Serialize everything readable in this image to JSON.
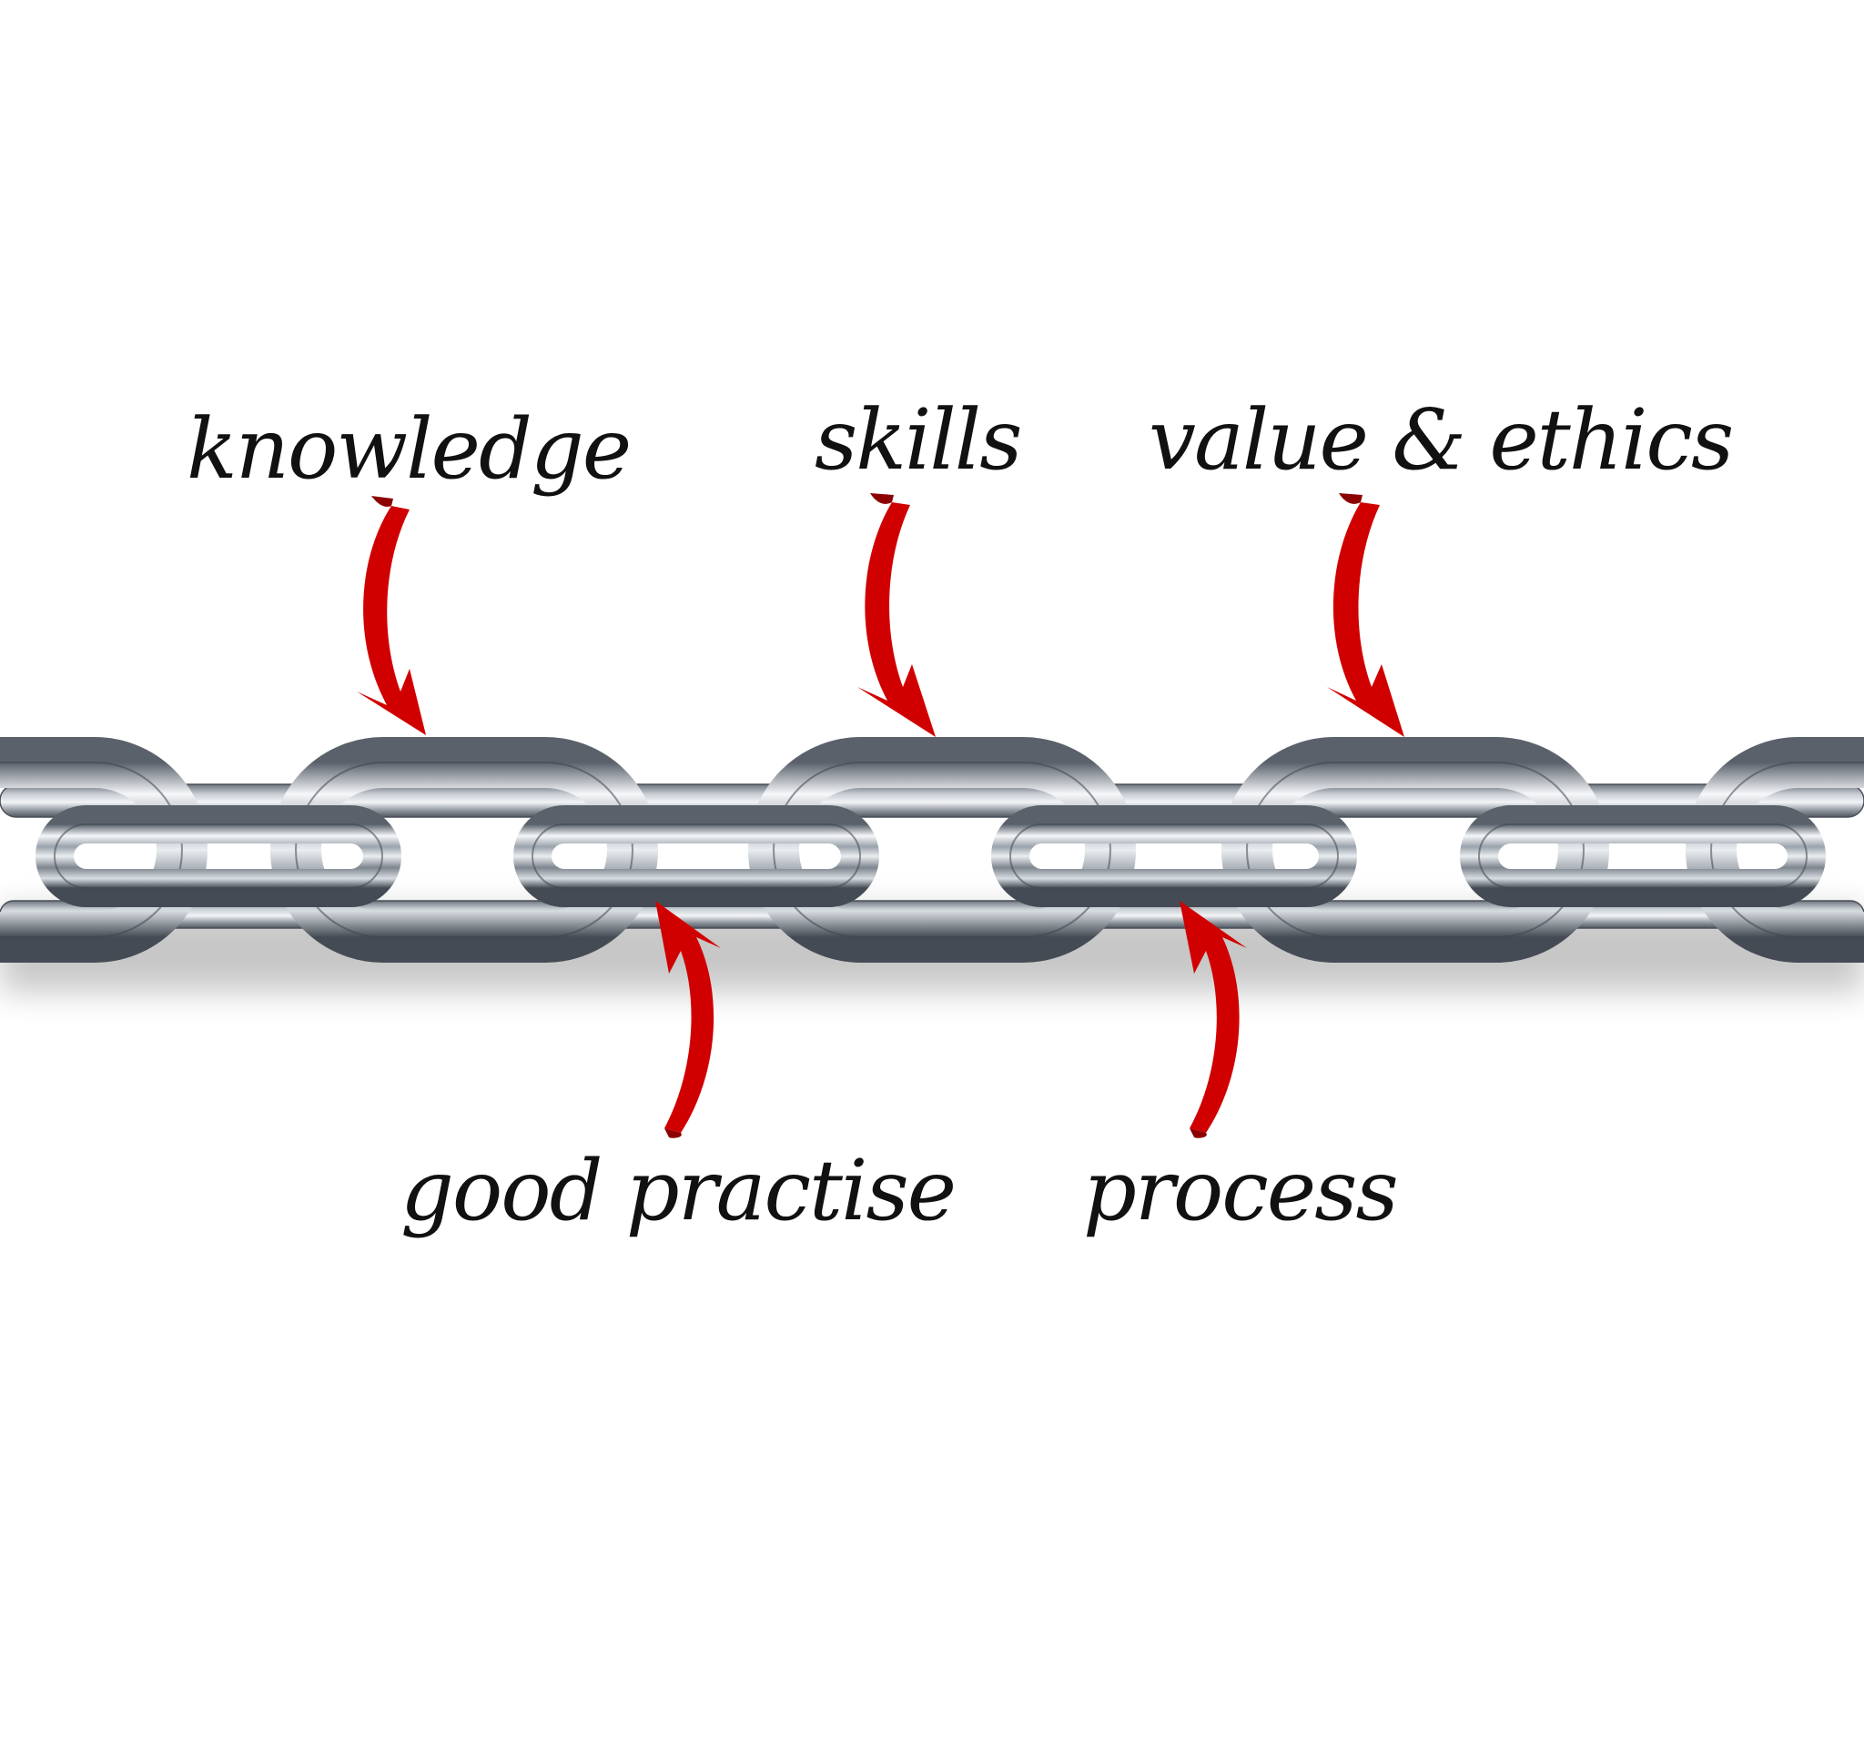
{
  "labels": {
    "knowledge": "knowledge",
    "skills": "skills",
    "value_ethics": "value & ethics",
    "good_practise": "good practise",
    "process": "process"
  },
  "colors": {
    "arrow": "#d10000",
    "arrow_dark": "#8c0000",
    "text": "#111111",
    "background": "#ffffff",
    "chain_light": "#f4f6f8",
    "chain_mid": "#a9b0b8",
    "chain_dark": "#4e5560"
  }
}
